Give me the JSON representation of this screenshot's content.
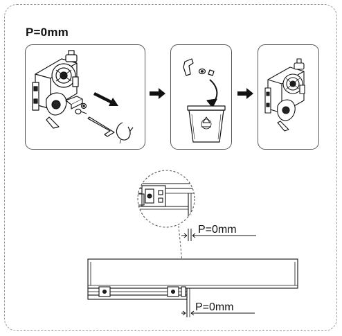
{
  "heading": {
    "text": "P=0mm"
  },
  "detail": {
    "dimension_label": "P=0mm"
  },
  "assembly": {
    "dimension_label": "P=0mm"
  },
  "steps": [
    {
      "icon": "hinge-assembly-icon"
    },
    {
      "icon": "waste-bin-icon"
    },
    {
      "icon": "hinge-assembly-icon"
    }
  ],
  "colors": {
    "line": "#111111",
    "frame": "#9a9a9a"
  }
}
